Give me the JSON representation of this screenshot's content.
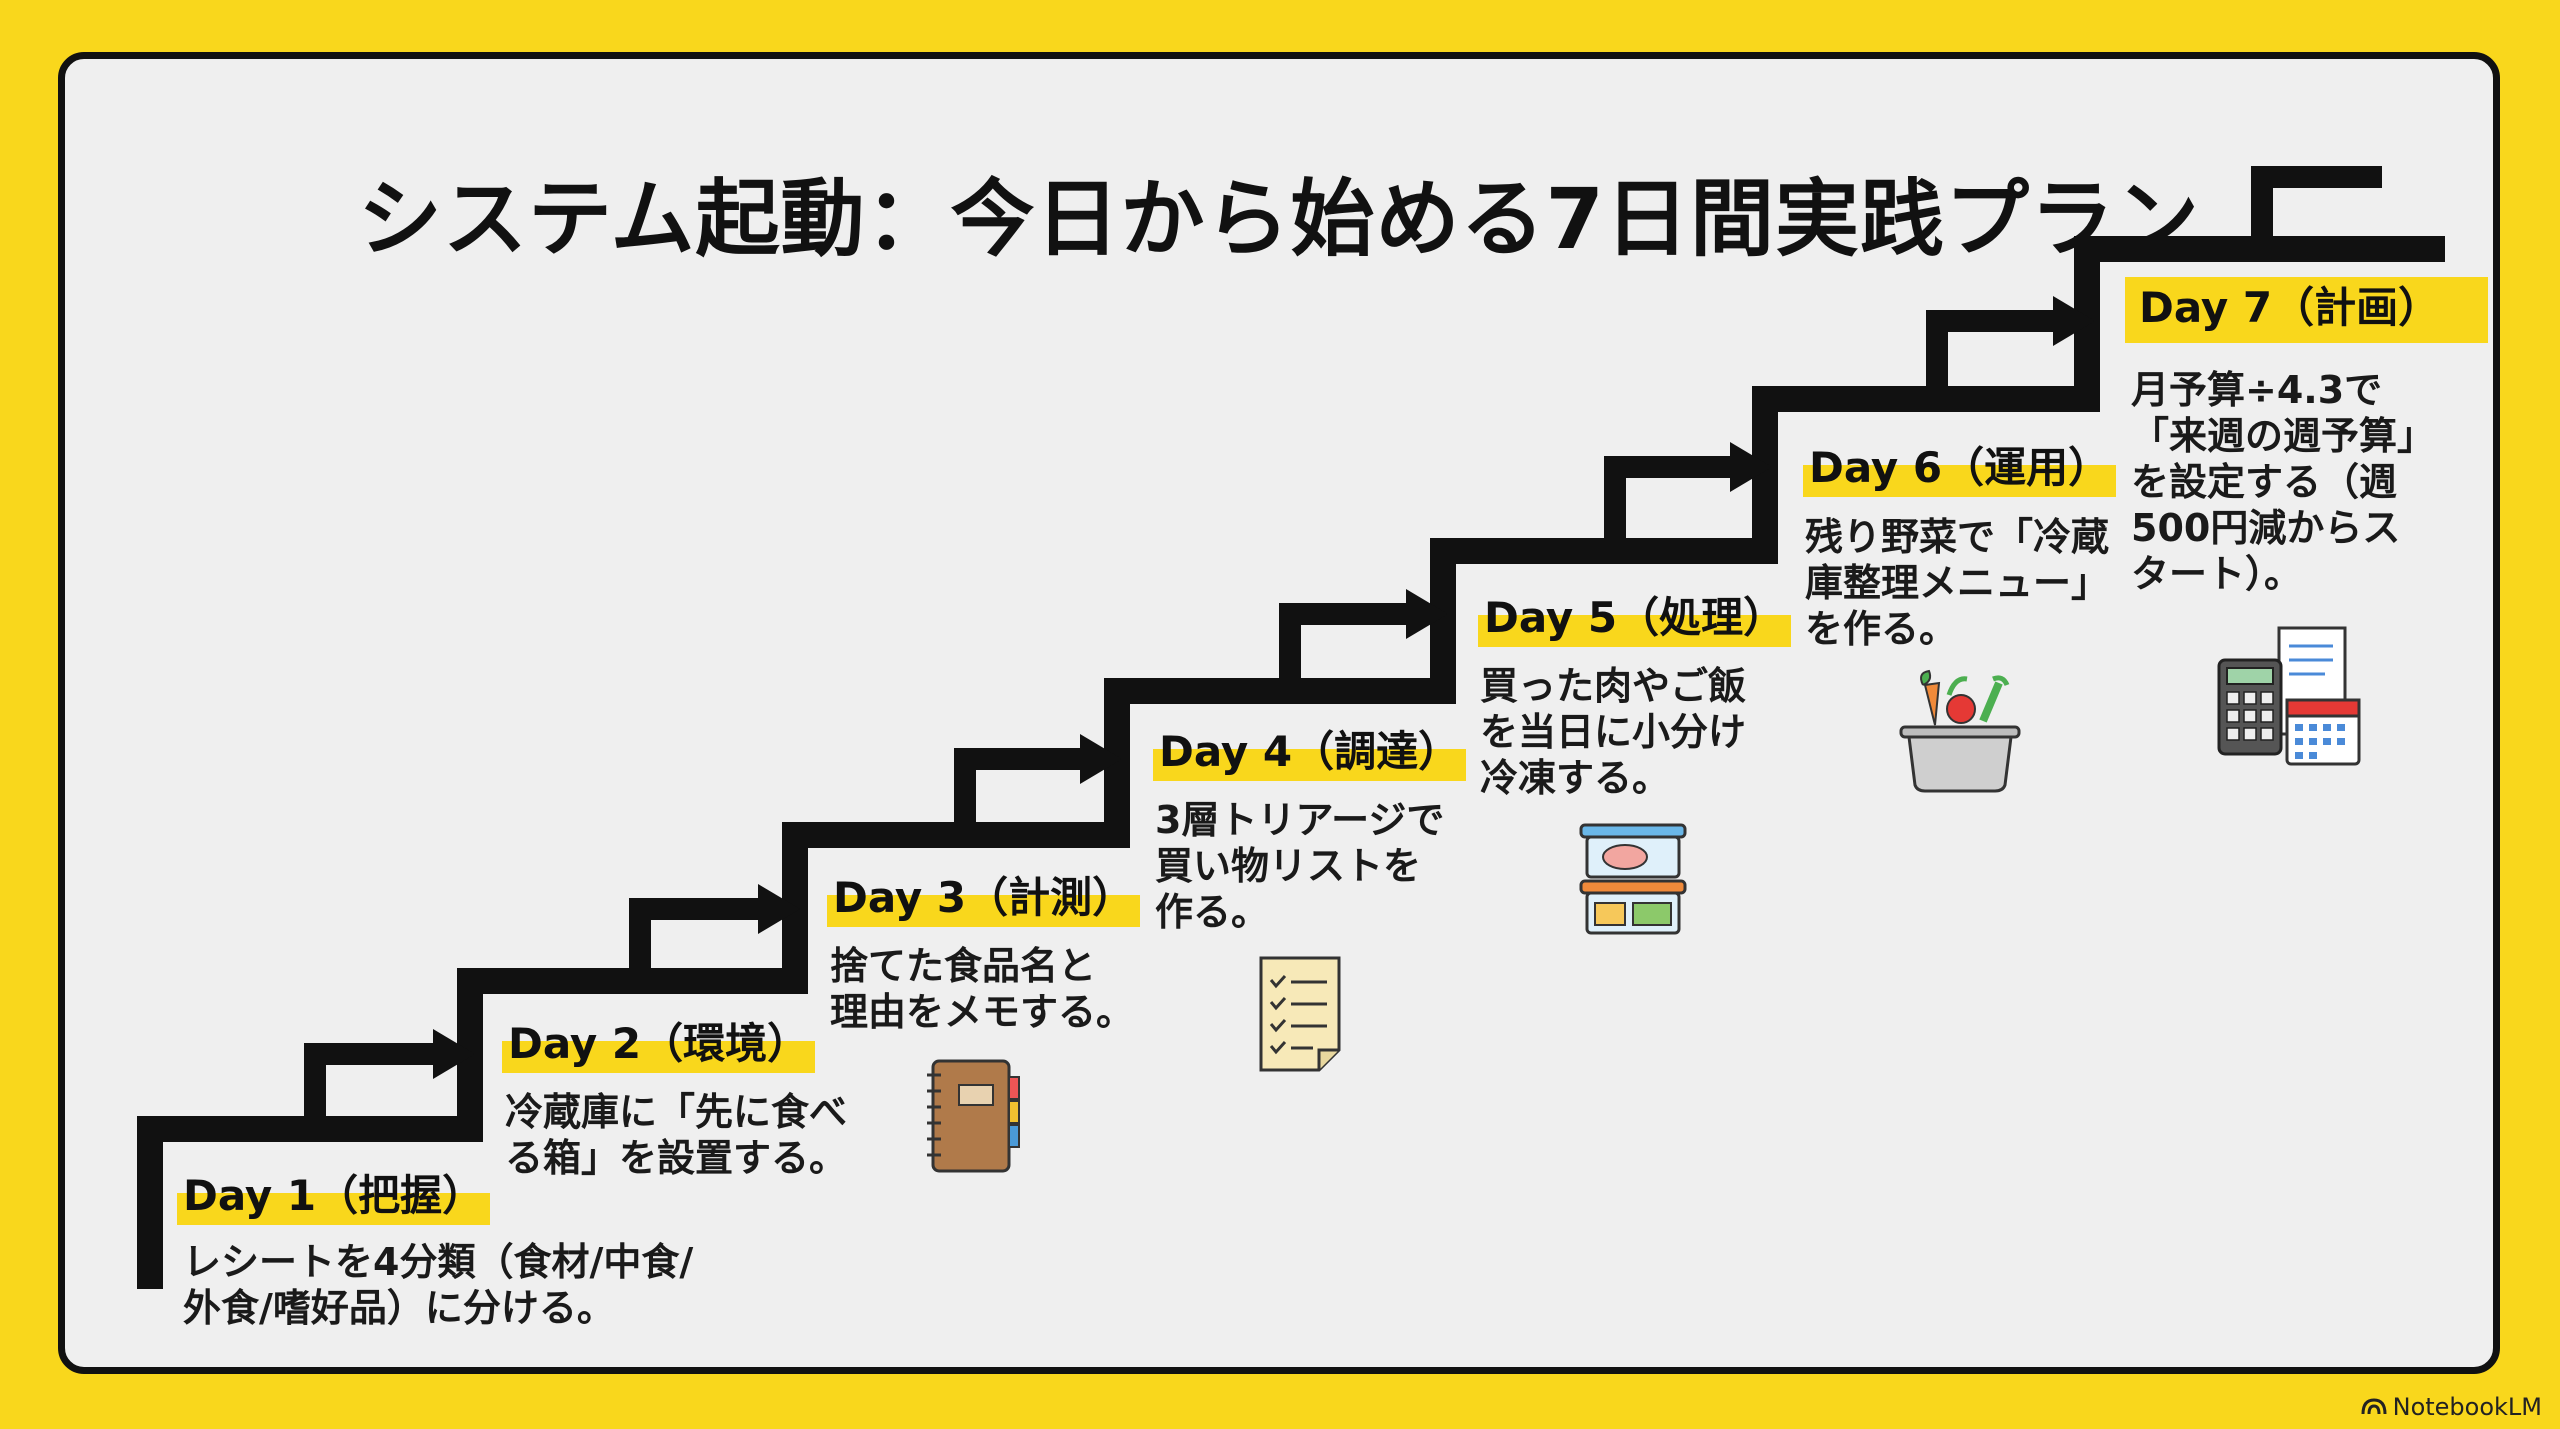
{
  "title": "システム起動：今日から始める7日間実践プラン",
  "steps": [
    {
      "label": "Day 1（把握）",
      "text": "レシートを4分類（食材/中食/\n外食/嗜好品）に分ける。",
      "icon": ""
    },
    {
      "label": "Day 2（環境）",
      "text": "冷蔵庫に「先に食べ\nる箱」を設置する。",
      "icon": "notebook-icon"
    },
    {
      "label": "Day 3（計測）",
      "text": "捨てた食品名と\n理由をメモする。",
      "icon": "checklist-icon"
    },
    {
      "label": "Day 4（調達）",
      "text": "3層トリアージで\n買い物リストを\n作る。",
      "icon": "food-containers-icon"
    },
    {
      "label": "Day 5（処理）",
      "text": "買った肉やご飯\nを当日に小分け\n冷凍する。",
      "icon": "vegetable-pot-icon"
    },
    {
      "label": "Day 6（運用）",
      "text": "残り野菜で「冷蔵\n庫整理メニュー」\nを作る。",
      "icon": "calculator-calendar-icon"
    },
    {
      "label": "Day 7（計画）",
      "text": "月予算÷4.3で\n「来週の週予算」\nを設定する（週\n500円減からス\nタート）。",
      "icon": ""
    }
  ],
  "brand": "NotebookLM",
  "colors": {
    "accent": "#F9D71C",
    "ink": "#111111",
    "panel": "#EFEFEF"
  }
}
